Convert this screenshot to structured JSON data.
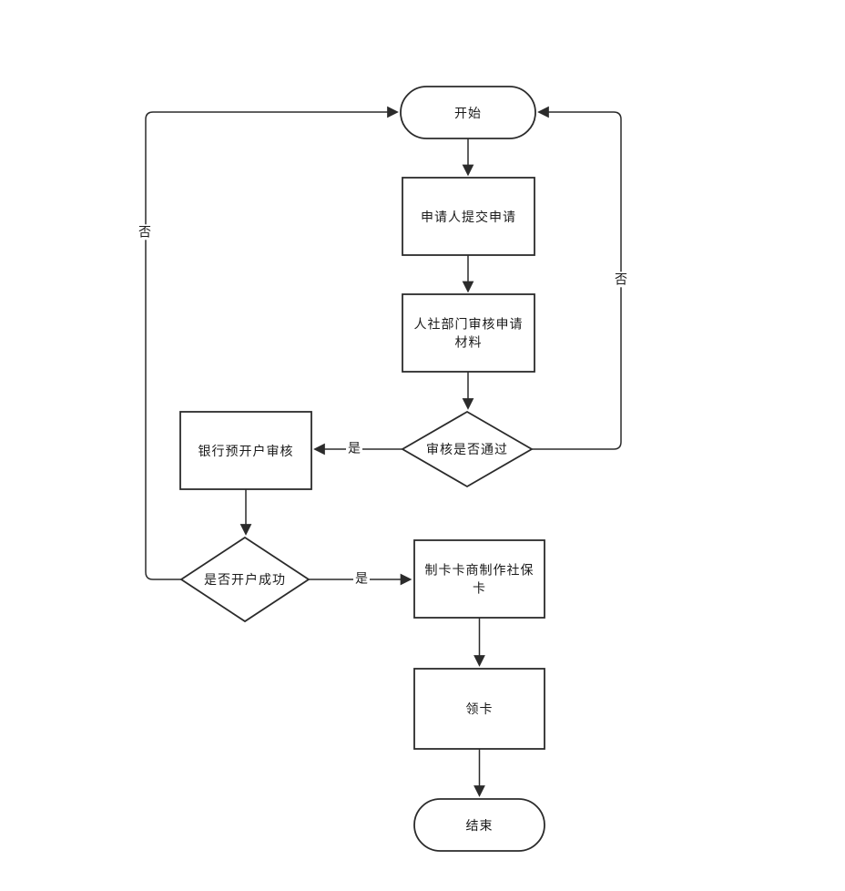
{
  "diagram": {
    "type": "flowchart",
    "colors": {
      "background": "#ffffff",
      "stroke": "#2b2b2b",
      "text": "#1a1a1a",
      "node_fill": "#ffffff"
    },
    "nodes": {
      "start": {
        "label": "开始",
        "shape": "terminator"
      },
      "submit": {
        "label": "申请人提交申请",
        "shape": "process"
      },
      "review": {
        "label": "人社部门审核申请材料",
        "shape": "process"
      },
      "review_pass": {
        "label": "审核是否通过",
        "shape": "decision"
      },
      "bank_review": {
        "label": "银行预开户审核",
        "shape": "process"
      },
      "account_success": {
        "label": "是否开户成功",
        "shape": "decision"
      },
      "make_card": {
        "label": "制卡卡商制作社保卡",
        "shape": "process"
      },
      "get_card": {
        "label": "领卡",
        "shape": "process"
      },
      "end": {
        "label": "结束",
        "shape": "terminator"
      }
    },
    "edge_labels": {
      "review_yes": "是",
      "review_no": "否",
      "account_yes": "是",
      "account_no": "否"
    }
  }
}
